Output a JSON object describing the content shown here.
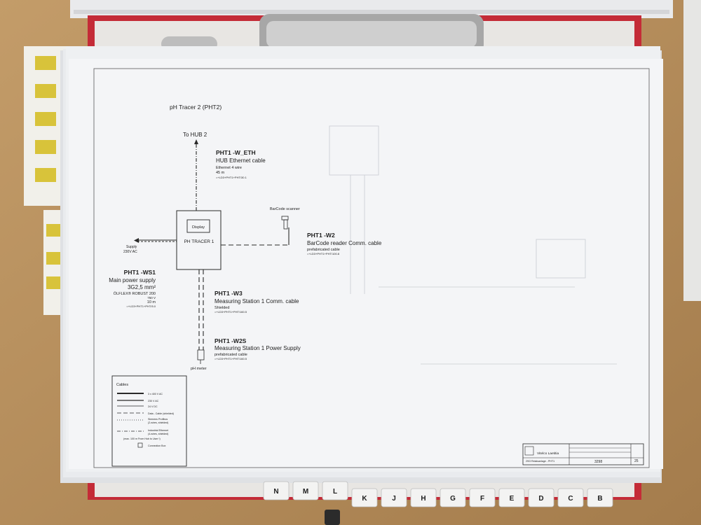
{
  "sheet": {
    "title": "pH Tracer 2 (PHT2)",
    "display_label": "Display",
    "device_label": "PH TRACER 1",
    "to_hub": "To HUB 2",
    "supply": {
      "line1": "Supply",
      "line2": "230V AC"
    },
    "scanner_label": "BarCode scanner",
    "meter_label": "pH meter"
  },
  "cables": [
    {
      "id": "PHT1 -W_ETH",
      "name": "HUB Ethernet cable",
      "lines": [
        "Ethernet 4 wire",
        "45 m",
        "=+LD3+PHT1+PHT/30.1"
      ]
    },
    {
      "id": "PHT1 -W2",
      "name": "BarCode reader Comm. cable",
      "lines": [
        "prefabricated cable",
        "=+LD3+PHT1+PHT/100.8"
      ]
    },
    {
      "id": "PHT1 -WS1",
      "name": "Main power supply",
      "lines": [
        "3G2,5 mm²",
        "ÖLFLEX® ROBUST 200",
        "750 V",
        "10 m",
        "=+LD3+PHT1+PHT/5.0"
      ]
    },
    {
      "id": "PHT1 -W3",
      "name": "Measuring Station 1 Comm. cable",
      "lines": [
        "Shielded",
        "=+LD3+PHT1+PHT/160.5"
      ]
    },
    {
      "id": "PHT1 -W2S",
      "name": "Measuring Station 1 Power Supply",
      "lines": [
        "prefabricated cable",
        "=+LD3+PHT1+PHT/160.5"
      ]
    }
  ],
  "legend": {
    "title": "Cables",
    "items": [
      "3 x 400 V AC",
      "230 V AC",
      "24 V DC",
      "Data - Cable (shielded)",
      "Siemens Profibus",
      "(2-wires, shielded)",
      "Industrial Ethernet",
      "(4-wires, shielded)",
      "(max. 100 m  From Hub to User !)",
      "Connection Box"
    ]
  },
  "title_block": {
    "company": "Vitelco Laetitia",
    "document": "29/3 Relaisanlage - PHT1",
    "drawing_no": "3298",
    "sheet_no": "25"
  },
  "tabs": [
    "B",
    "C",
    "D",
    "E",
    "F",
    "G",
    "H",
    "J",
    "K",
    "L",
    "M",
    "N"
  ],
  "colors": {
    "paper": "#f4f5f7",
    "binder": "#c42b37",
    "desk": "#b58e5c",
    "ink": "#1e1e1e"
  }
}
